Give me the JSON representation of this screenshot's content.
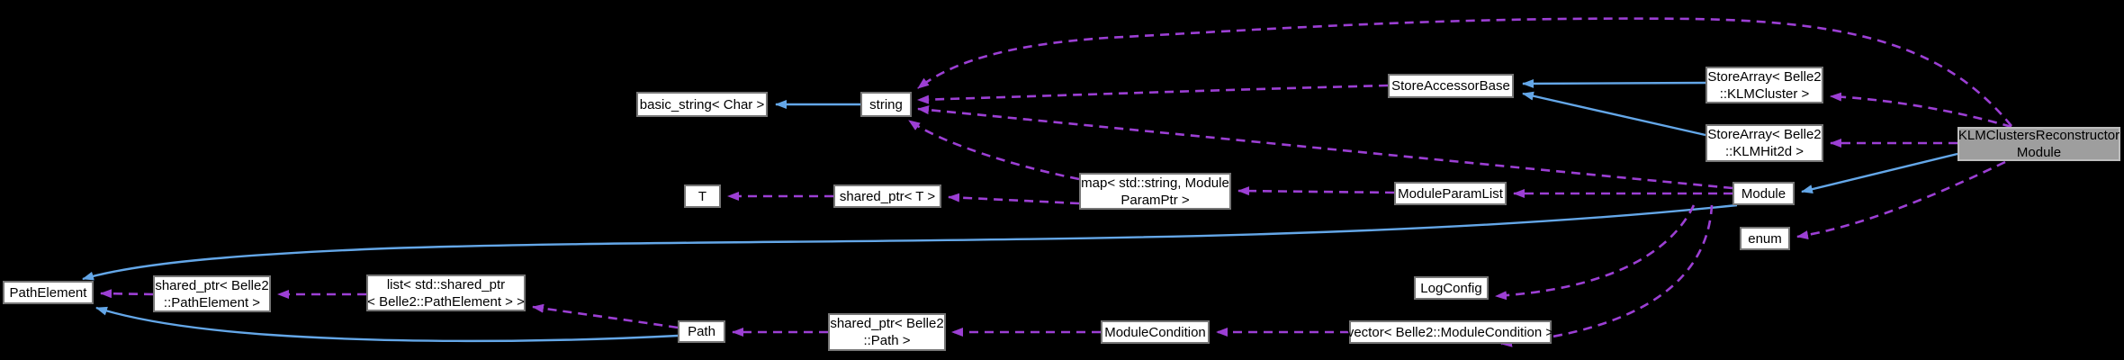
{
  "diagram": {
    "type": "doxygen-collaboration-graph",
    "background": "#000000",
    "colors": {
      "usage_edge": "#9c3fd4",
      "inheritance_edge": "#64a7e8",
      "node_fill": "#ffffff",
      "node_border": "#767676",
      "node_text": "#000000",
      "highlight_node_fill": "#9e9e9e",
      "highlight_node_border": "#bdbdbd"
    },
    "nodes": {
      "basic_string": {
        "label": "basic_string< Char >"
      },
      "string": {
        "label": "string"
      },
      "store_accessor_base": {
        "label": "StoreAccessorBase"
      },
      "store_array_klmcluster": {
        "lines": [
          "StoreArray< Belle2",
          "::KLMCluster >"
        ]
      },
      "store_array_klmhit2d": {
        "lines": [
          "StoreArray< Belle2",
          "::KLMHit2d >"
        ]
      },
      "klm_clusters_reconstructor_module": {
        "lines": [
          "KLMClustersReconstructor",
          "Module"
        ]
      },
      "t": {
        "label": "T"
      },
      "shared_ptr_t": {
        "label": "shared_ptr< T >"
      },
      "map_module_param_ptr": {
        "lines": [
          "map< std::string, Module",
          "ParamPtr >"
        ]
      },
      "module_param_list": {
        "label": "ModuleParamList"
      },
      "module": {
        "label": "Module"
      },
      "enum": {
        "label": "enum"
      },
      "path_element": {
        "label": "PathElement"
      },
      "shared_ptr_path_element": {
        "lines": [
          "shared_ptr< Belle2",
          "::PathElement >"
        ]
      },
      "list_shared_ptr_path_element": {
        "lines": [
          "list< std::shared_ptr",
          "< Belle2::PathElement > >"
        ]
      },
      "log_config": {
        "label": "LogConfig"
      },
      "path": {
        "label": "Path"
      },
      "shared_ptr_path": {
        "lines": [
          "shared_ptr< Belle2",
          "::Path >"
        ]
      },
      "module_condition": {
        "label": "ModuleCondition"
      },
      "vector_module_condition": {
        "label": "vector< Belle2::ModuleCondition >"
      }
    },
    "edges": [
      {
        "from": "string",
        "to": "basic_string",
        "type": "inheritance"
      },
      {
        "from": "store_array_klmcluster",
        "to": "store_accessor_base",
        "type": "inheritance"
      },
      {
        "from": "store_array_klmhit2d",
        "to": "store_accessor_base",
        "type": "inheritance"
      },
      {
        "from": "klm_clusters_reconstructor_module",
        "to": "module",
        "type": "inheritance"
      },
      {
        "from": "module",
        "to": "path_element",
        "type": "inheritance"
      },
      {
        "from": "path",
        "to": "path_element",
        "type": "inheritance"
      },
      {
        "from": "store_accessor_base",
        "to": "string",
        "type": "usage"
      },
      {
        "from": "module",
        "to": "string",
        "type": "usage"
      },
      {
        "from": "map_module_param_ptr",
        "to": "string",
        "type": "usage"
      },
      {
        "from": "klm_clusters_reconstructor_module",
        "to": "string",
        "type": "usage"
      },
      {
        "from": "klm_clusters_reconstructor_module",
        "to": "store_array_klmcluster",
        "type": "usage"
      },
      {
        "from": "klm_clusters_reconstructor_module",
        "to": "store_array_klmhit2d",
        "type": "usage"
      },
      {
        "from": "klm_clusters_reconstructor_module",
        "to": "enum",
        "type": "usage"
      },
      {
        "from": "module",
        "to": "module_param_list",
        "type": "usage"
      },
      {
        "from": "module_param_list",
        "to": "map_module_param_ptr",
        "type": "usage"
      },
      {
        "from": "map_module_param_ptr",
        "to": "shared_ptr_t",
        "type": "usage"
      },
      {
        "from": "shared_ptr_t",
        "to": "t",
        "type": "usage"
      },
      {
        "from": "module",
        "to": "log_config",
        "type": "usage"
      },
      {
        "from": "module",
        "to": "vector_module_condition",
        "type": "usage"
      },
      {
        "from": "vector_module_condition",
        "to": "module_condition",
        "type": "usage"
      },
      {
        "from": "module_condition",
        "to": "shared_ptr_path",
        "type": "usage"
      },
      {
        "from": "shared_ptr_path",
        "to": "path",
        "type": "usage"
      },
      {
        "from": "path",
        "to": "list_shared_ptr_path_element",
        "type": "usage"
      },
      {
        "from": "list_shared_ptr_path_element",
        "to": "shared_ptr_path_element",
        "type": "usage"
      },
      {
        "from": "shared_ptr_path_element",
        "to": "path_element",
        "type": "usage"
      }
    ]
  }
}
